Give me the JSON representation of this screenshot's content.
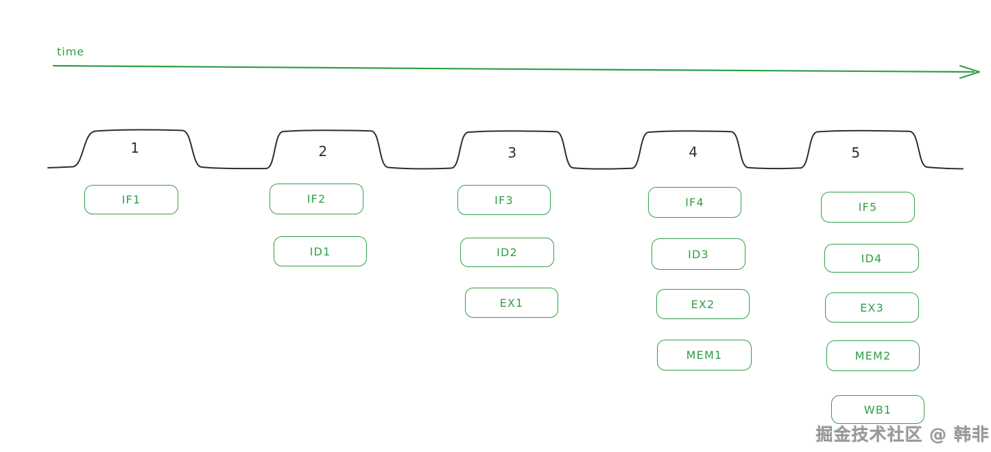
{
  "colors": {
    "accent_green": "#2f9e44",
    "ink": "#2d2d2d",
    "watermark_gray": "#969696"
  },
  "timeline": {
    "label": "time"
  },
  "pipeline": {
    "columns": [
      {
        "cycle": "1",
        "stages": [
          "IF1"
        ]
      },
      {
        "cycle": "2",
        "stages": [
          "IF2",
          "ID1"
        ]
      },
      {
        "cycle": "3",
        "stages": [
          "IF3",
          "ID2",
          "EX1"
        ]
      },
      {
        "cycle": "4",
        "stages": [
          "IF4",
          "ID3",
          "EX2",
          "MEM1"
        ]
      },
      {
        "cycle": "5",
        "stages": [
          "IF5",
          "ID4",
          "EX3",
          "MEM2",
          "WB1"
        ]
      }
    ]
  },
  "watermark": {
    "text": "掘金技术社区 @ 韩非"
  }
}
